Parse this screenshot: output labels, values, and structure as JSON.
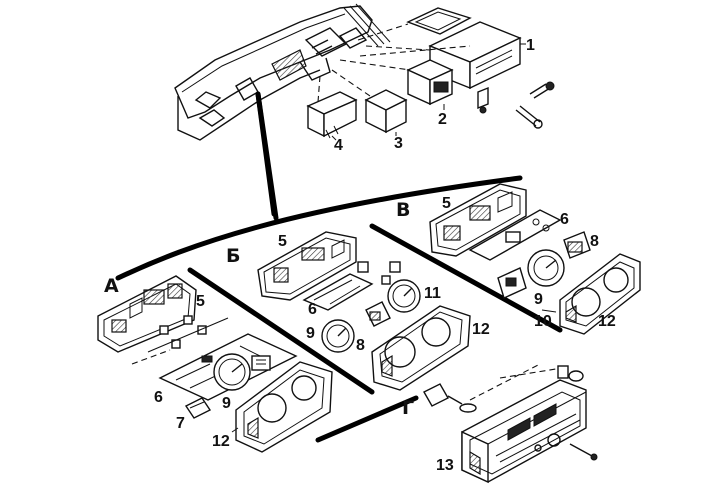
{
  "sections": {
    "a": "А",
    "b": "Б",
    "v": "В",
    "g": "Г"
  },
  "callouts": {
    "c1": "1",
    "c2": "2",
    "c3": "3",
    "c4": "4",
    "a5": "5",
    "a6": "6",
    "a7": "7",
    "a9": "9",
    "a12": "12",
    "b5": "5",
    "b6": "6",
    "b8": "8",
    "b9": "9",
    "b11": "11",
    "b12": "12",
    "v5": "5",
    "v6": "6",
    "v8": "8",
    "v9": "9",
    "v10": "10",
    "v12": "12",
    "g13": "13"
  }
}
